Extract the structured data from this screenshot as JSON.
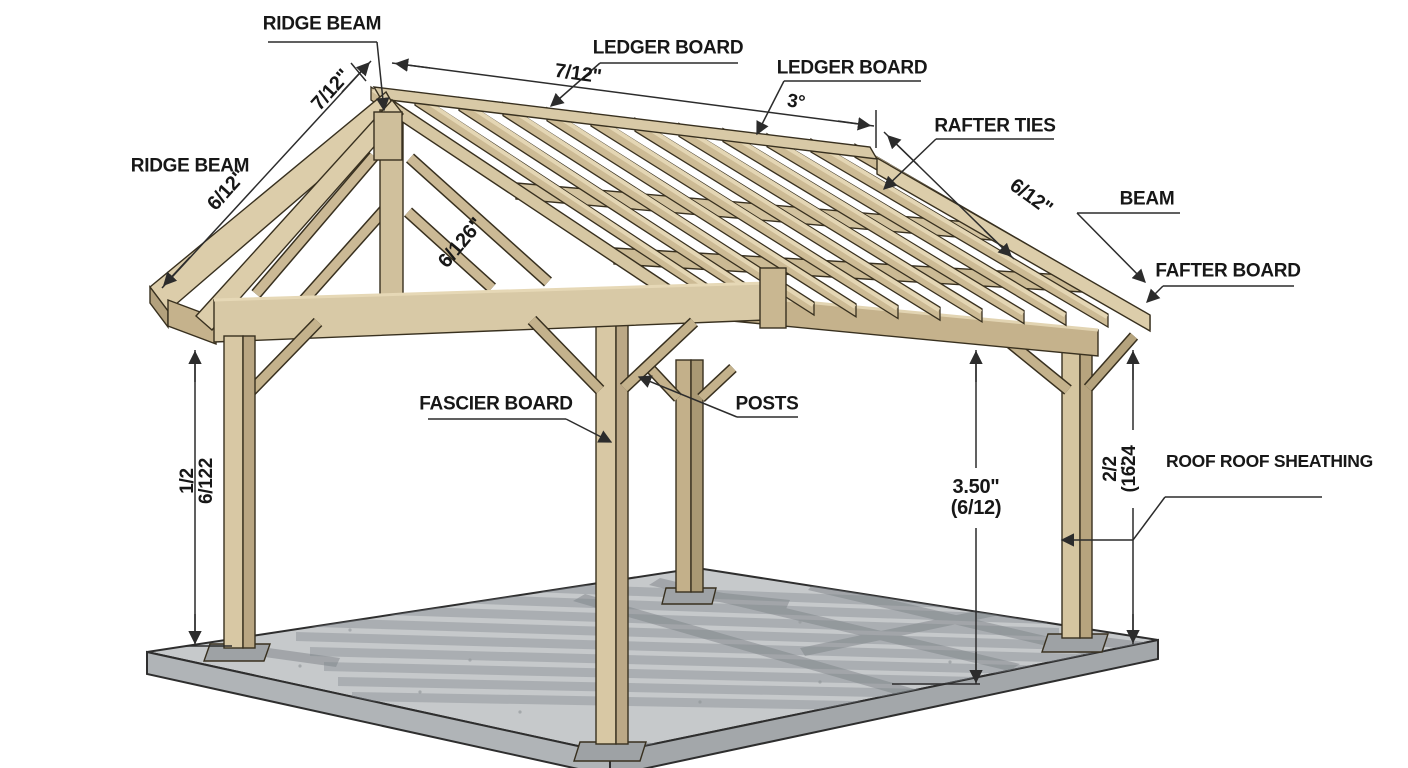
{
  "labels": {
    "ridge_beam_top": "RIDGE BEAM",
    "ridge_beam_left": "RIDGE BEAM",
    "ledger_board_1": "LEDGER BOARD",
    "ledger_board_2": "LEDGER BOARD",
    "rafter_ties": "RAFTER TIES",
    "beam": "BEAM",
    "fafter_board": "FAFTER BOARD",
    "fascier_board": "FASCIER BOARD",
    "posts": "POSTS",
    "roof_line1": "ROOF",
    "roof_line2": "ROOF SHEATHING"
  },
  "dimensions": {
    "pitch_top_left": "7/12\"",
    "pitch_top_mid": "7/12\"",
    "angle_top": "3°",
    "pitch_right": "6/12\"",
    "pitch_left": "6/12\"",
    "pitch_center": "6/126\"",
    "height_left_line1": "1/2",
    "height_left_line2": "6/122",
    "height_mid_line1": "3.50\"",
    "height_mid_line2": "(6/12)",
    "height_right_line1": "2/2",
    "height_right_line2": "(16̈24"
  },
  "colors": {
    "wood_light": "#dccdaa",
    "wood_mid": "#cdbb95",
    "wood_dark": "#b3a17d",
    "outline": "#38301f",
    "slab_top": "#c6c9cb",
    "slab_front": "#b0b4b7",
    "slab_side": "#a3a7aa",
    "shadow": "#7f848a",
    "annotation": "#2c2c2c",
    "text": "#171717",
    "background": "#ffffff"
  }
}
